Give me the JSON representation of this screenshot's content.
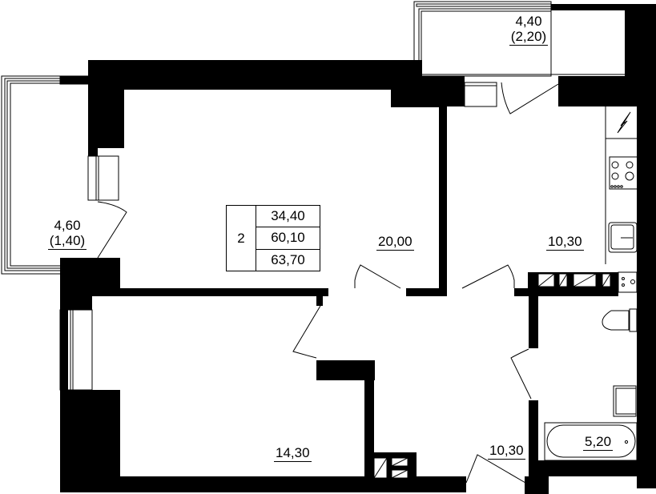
{
  "plan": {
    "summary": {
      "room_count": "2",
      "living_area": "34,40",
      "total_area": "60,10",
      "total_area_with_balconies": "63,70"
    },
    "rooms": [
      {
        "id": "living-room",
        "area": "20,00"
      },
      {
        "id": "kitchen",
        "area": "10,30"
      },
      {
        "id": "bedroom",
        "area": "14,30"
      },
      {
        "id": "hallway",
        "area": "10,30"
      },
      {
        "id": "bathroom",
        "area": "5,20"
      }
    ],
    "balconies": [
      {
        "id": "balcony-top",
        "area": "4,40",
        "reduced_area": "(2,20)"
      },
      {
        "id": "balcony-left",
        "area": "4,60",
        "reduced_area": "(1,40)"
      }
    ]
  },
  "colors": {
    "wall": "#000000",
    "background": "#ffffff"
  }
}
